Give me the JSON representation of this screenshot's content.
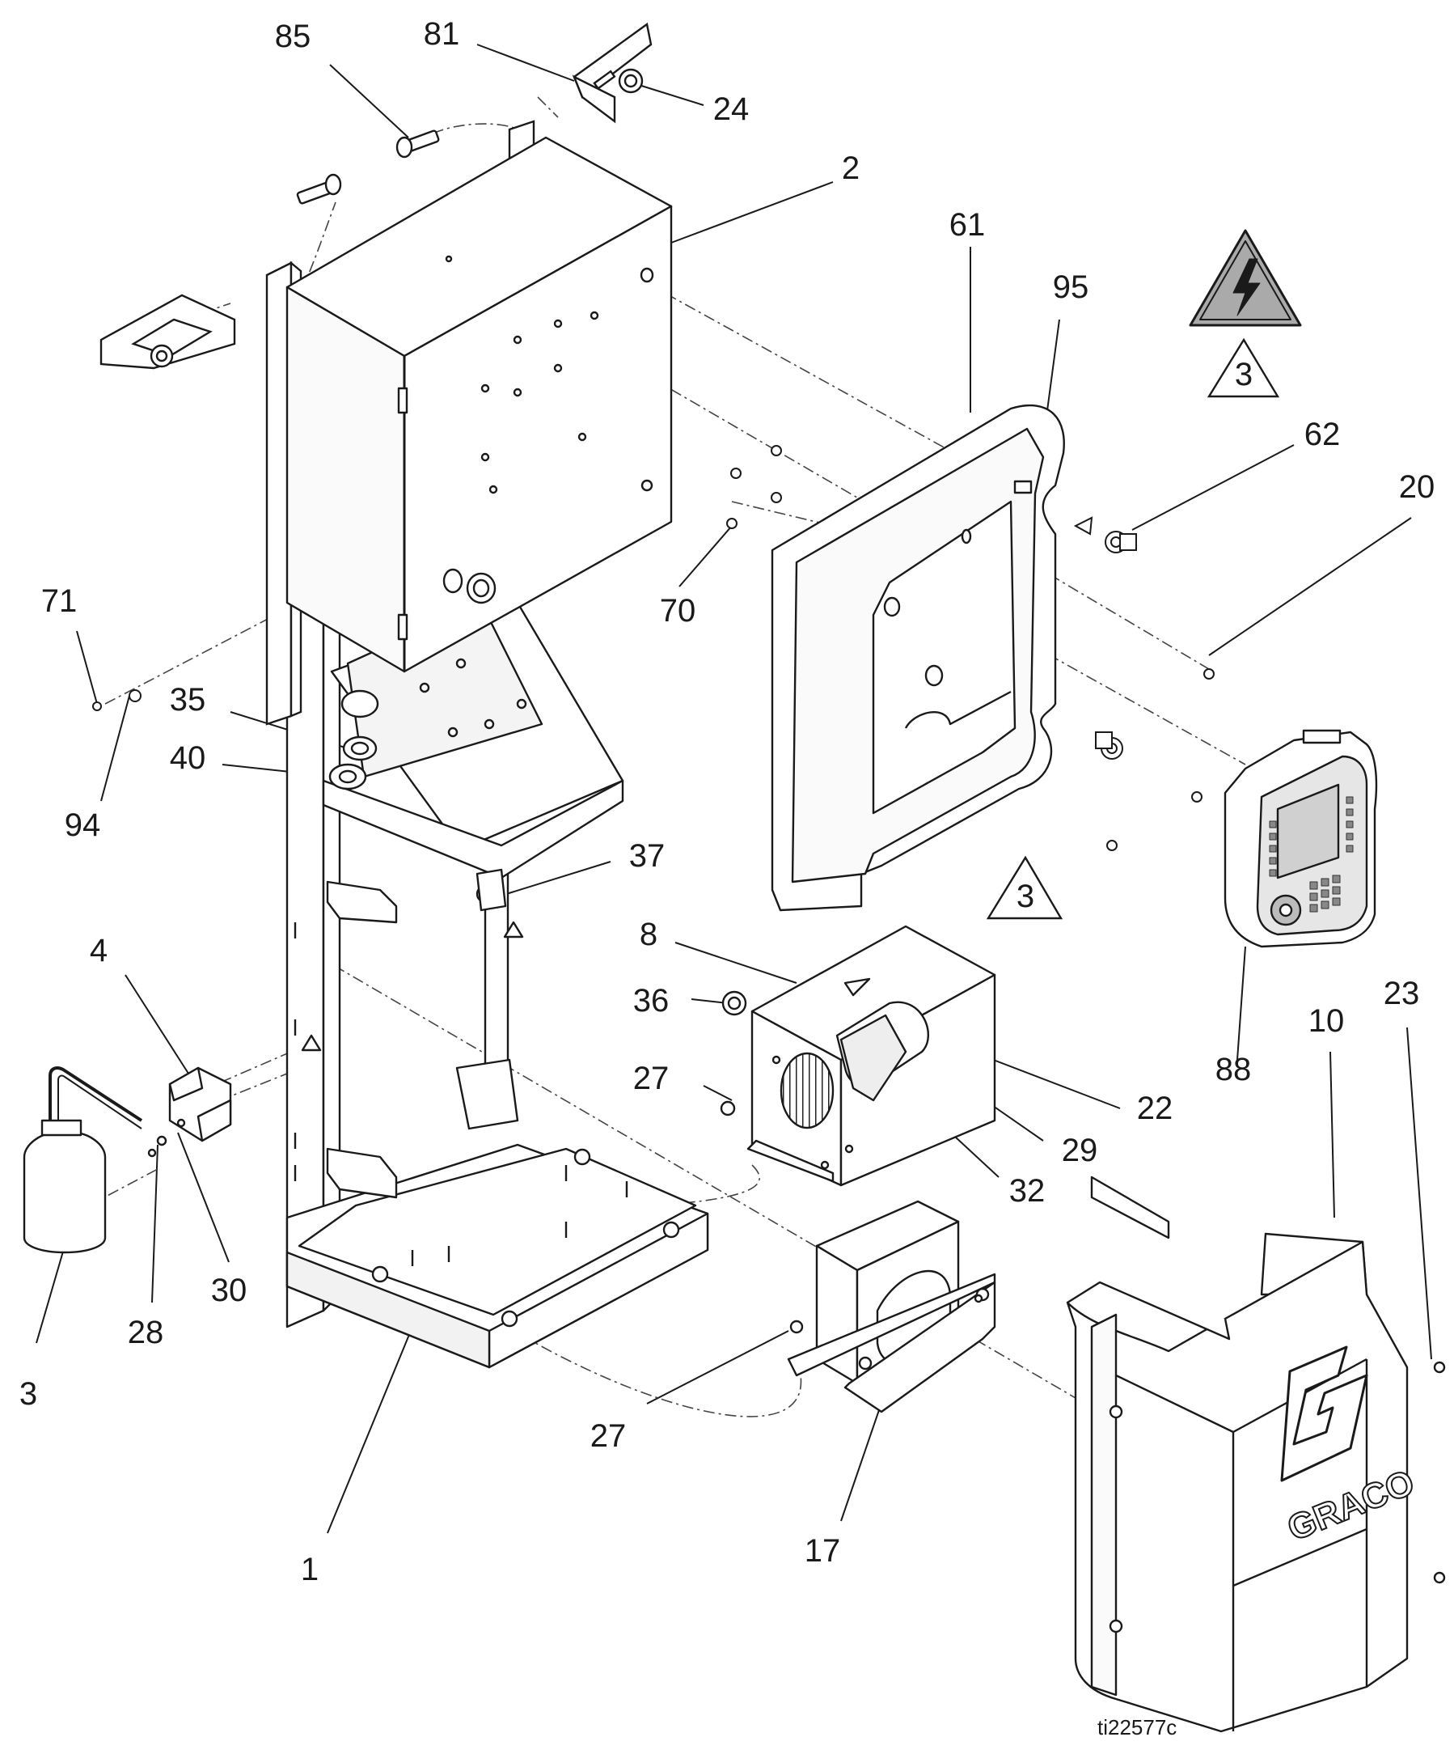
{
  "figure_id": "ti22577c",
  "logo_text": "GRACO",
  "warning_symbol": "electrical-hazard-icon",
  "callouts": [
    {
      "id": "c85",
      "label": "85"
    },
    {
      "id": "c81",
      "label": "81"
    },
    {
      "id": "c24",
      "label": "24"
    },
    {
      "id": "c2",
      "label": "2"
    },
    {
      "id": "c61",
      "label": "61"
    },
    {
      "id": "c95",
      "label": "95"
    },
    {
      "id": "c62",
      "label": "62"
    },
    {
      "id": "c20",
      "label": "20"
    },
    {
      "id": "c70",
      "label": "70"
    },
    {
      "id": "c71",
      "label": "71"
    },
    {
      "id": "c35",
      "label": "35"
    },
    {
      "id": "c40",
      "label": "40"
    },
    {
      "id": "c94",
      "label": "94"
    },
    {
      "id": "c37",
      "label": "37"
    },
    {
      "id": "c4",
      "label": "4"
    },
    {
      "id": "c8",
      "label": "8"
    },
    {
      "id": "c36",
      "label": "36"
    },
    {
      "id": "c27a",
      "label": "27"
    },
    {
      "id": "c22",
      "label": "22"
    },
    {
      "id": "c29",
      "label": "29"
    },
    {
      "id": "c32",
      "label": "32"
    },
    {
      "id": "c88",
      "label": "88"
    },
    {
      "id": "c23",
      "label": "23"
    },
    {
      "id": "c10",
      "label": "10"
    },
    {
      "id": "c30",
      "label": "30"
    },
    {
      "id": "c28",
      "label": "28"
    },
    {
      "id": "c3",
      "label": "3"
    },
    {
      "id": "c27b",
      "label": "27"
    },
    {
      "id": "c17",
      "label": "17"
    },
    {
      "id": "c1",
      "label": "1"
    }
  ],
  "notes": [
    {
      "id": "n1",
      "label": "3"
    },
    {
      "id": "n2",
      "label": "3"
    }
  ]
}
